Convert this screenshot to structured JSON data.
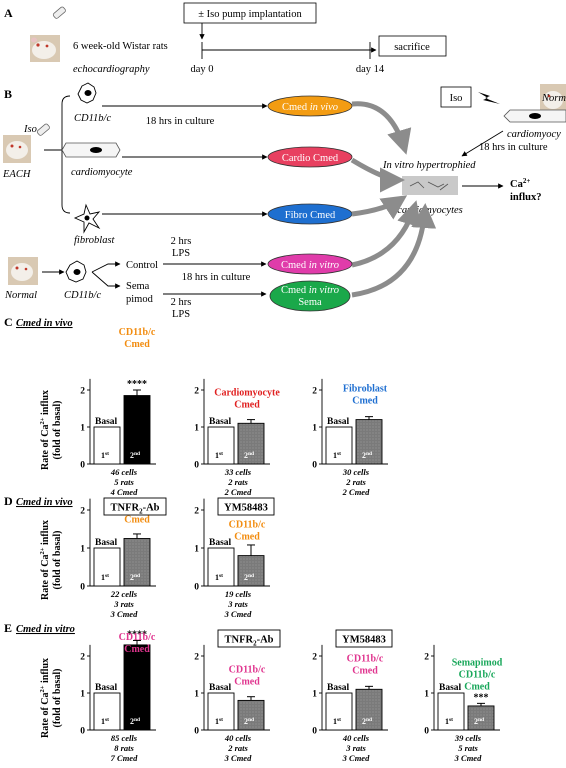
{
  "colors": {
    "cmed_in_vivo_fill": "#f39c12",
    "cardio_cmed_fill": "#e84060",
    "fibro_cmed_fill": "#1e6fd0",
    "cmed_in_vitro_fill": "#e03caa",
    "cmed_sema_fill": "#1aa84a",
    "cd11b_cmed_orange": "#f28c0f",
    "cardio_cmed_red": "#e02020",
    "fibro_cmed_blue": "#1f6fd1",
    "cd11b_cmed_magenta": "#e0358f",
    "sema_green": "#19a75a",
    "second_bar_dark": "#000000",
    "second_bar_gray": "#7a7a7a",
    "curved_arrow_gray": "#8c8c8c"
  },
  "panel_a": {
    "label": "A",
    "iso_pump": "± Iso pump implantation",
    "rats": "6 week-old Wistar rats",
    "echo": "echocardiography",
    "day0": "day 0",
    "day14": "day 14",
    "sacrifice": "sacrifice"
  },
  "panel_b": {
    "label": "B",
    "iso": "Iso",
    "each": "EACH",
    "cd11b": "CD11b/c",
    "culture18": "18 hrs in culture",
    "cmed_in_vivo_plain": "Cmed ",
    "cmed_in_vivo_ital": "in vivo",
    "cardiomyocyte": "cardiomyocyte",
    "cardio_cmed": "Cardio Cmed",
    "fibroblast": "fibroblast",
    "fibro_cmed": "Fibro Cmed",
    "iso_right": "Iso",
    "normal_right": "Norm",
    "cardiomyocyte_right": "cardiomyocy",
    "culture18_right": "18 hrs in culture",
    "in_vitro_hypertrophied": "In vitro hypertrophied",
    "cardiomyocytes": "cardiomyocytes",
    "ca_influx_1": "Ca",
    "ca_sup": "2+",
    "ca_influx_2": "influx?",
    "normal": "Normal",
    "cd11b_bottom": "CD11b/c",
    "control": "Control",
    "sema1": "Sema",
    "sema2": "pimod",
    "lps_hrs_1": "2 hrs",
    "lps_1": "LPS",
    "culture18_bottom": "18 hrs in culture",
    "lps_hrs_2": "2 hrs",
    "lps_2": "LPS",
    "cmed_in_vitro_plain": "Cmed ",
    "cmed_in_vitro_ital": "in vitro",
    "cmed_sema_1_plain": "Cmed ",
    "cmed_sema_1_ital": "in vitro",
    "cmed_sema_2": "Sema"
  },
  "axis": {
    "ylabel_1": "Rate of Ca",
    "ylabel_sup": "2+",
    "ylabel_2": " influx",
    "ylabel_3": "(fold of basal)",
    "ticks": [
      "0",
      "1",
      "2"
    ],
    "basal": "Basal",
    "first": "1",
    "first_sup": "st",
    "second": "2",
    "second_sup": "nd"
  },
  "panel_c": {
    "label": "C",
    "heading": "Cmed in vivo",
    "charts": [
      {
        "title_lines": [
          "CD11b/c",
          "Cmed"
        ],
        "title_color": "#f28c0f",
        "stars": "****",
        "basal": 1.0,
        "value": 1.85,
        "err": 0.15,
        "bar_color": "#000000",
        "footnote": [
          "46 cells",
          "5 rats",
          "4 Cmed"
        ]
      },
      {
        "title_lines": [
          "Cardiomyocyte",
          "Cmed"
        ],
        "title_color": "#e02020",
        "stars": "",
        "basal": 1.0,
        "value": 1.1,
        "err": 0.1,
        "bar_color": "#7a7a7a",
        "footnote": [
          "33 cells",
          "2 rats",
          "2 Cmed"
        ]
      },
      {
        "title_lines": [
          "Fibroblast",
          "Cmed"
        ],
        "title_color": "#1f6fd1",
        "stars": "",
        "basal": 1.0,
        "value": 1.2,
        "err": 0.08,
        "bar_color": "#7a7a7a",
        "footnote": [
          "30 cells",
          "2 rats",
          "2 Cmed"
        ]
      }
    ]
  },
  "panel_d": {
    "label": "D",
    "heading": "Cmed in vivo",
    "charts": [
      {
        "box_label": "TNFR",
        "box_sub": "2",
        "box_suffix": "-Ab",
        "title_lines": [
          "CD11b/c",
          "Cmed"
        ],
        "title_color": "#f28c0f",
        "stars": "",
        "basal": 1.0,
        "value": 1.25,
        "err": 0.12,
        "bar_color": "#7a7a7a",
        "footnote": [
          "22 cells",
          "3 rats",
          "3 Cmed"
        ]
      },
      {
        "box_label": "YM58483",
        "box_sub": "",
        "box_suffix": "",
        "title_lines": [
          "CD11b/c",
          "Cmed"
        ],
        "title_color": "#f28c0f",
        "stars": "",
        "basal": 1.0,
        "value": 0.8,
        "err": 0.28,
        "bar_color": "#7a7a7a",
        "footnote": [
          "19 cells",
          "3 rats",
          "3 Cmed"
        ]
      }
    ]
  },
  "panel_e": {
    "label": "E",
    "heading": "Cmed in vitro",
    "charts": [
      {
        "box_label": "",
        "box_sub": "",
        "box_suffix": "",
        "title_lines": [
          "CD11b/c",
          "Cmed"
        ],
        "title_color": "#e0358f",
        "stars": "****",
        "basal": 1.0,
        "value": 2.3,
        "err": 0.12,
        "bar_color": "#000000",
        "footnote": [
          "85 cells",
          "8 rats",
          "7 Cmed"
        ]
      },
      {
        "box_label": "TNFR",
        "box_sub": "2",
        "box_suffix": "-Ab",
        "title_lines": [
          "CD11b/c",
          "Cmed"
        ],
        "title_color": "#e0358f",
        "stars": "",
        "basal": 1.0,
        "value": 0.8,
        "err": 0.1,
        "bar_color": "#7a7a7a",
        "footnote": [
          "40 cells",
          "2 rats",
          "3 Cmed"
        ]
      },
      {
        "box_label": "YM58483",
        "box_sub": "",
        "box_suffix": "",
        "title_lines": [
          "CD11b/c",
          "Cmed"
        ],
        "title_color": "#e0358f",
        "stars": "",
        "basal": 1.0,
        "value": 1.1,
        "err": 0.08,
        "bar_color": "#7a7a7a",
        "footnote": [
          "40 cells",
          "3 rats",
          "3 Cmed"
        ]
      },
      {
        "box_label": "",
        "box_sub": "",
        "box_suffix": "",
        "title_lines": [
          "Semapimod",
          "CD11b/c",
          "Cmed"
        ],
        "title_color": "#19a75a",
        "stars": "***",
        "basal": 1.0,
        "value": 0.65,
        "err": 0.07,
        "bar_color": "#7a7a7a",
        "footnote": [
          "39 cells",
          "5 rats",
          "3 Cmed"
        ]
      }
    ]
  }
}
